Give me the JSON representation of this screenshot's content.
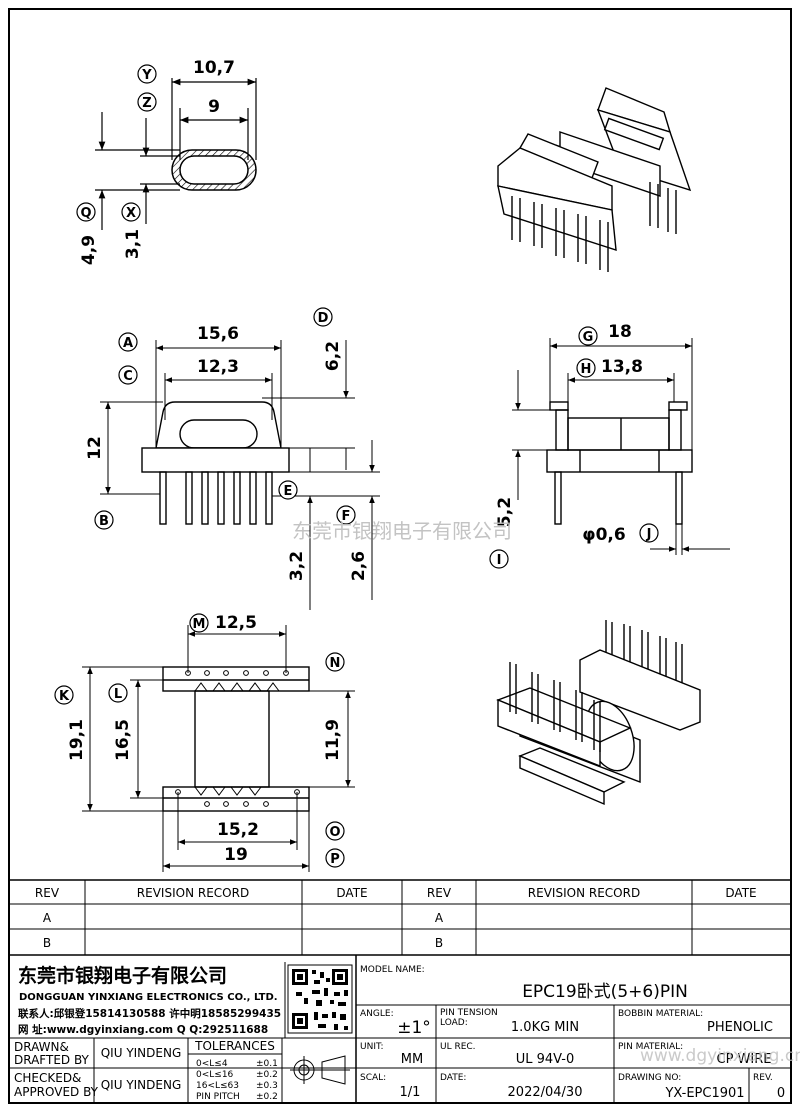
{
  "dimensions": {
    "top_outer": "10,7",
    "top_inner": "9",
    "top_v1": "4,9",
    "top_v2": "3,1",
    "front_w": "15,6",
    "front_inner": "12,3",
    "front_h": "12",
    "front_top": "6,2",
    "front_pin": "3,2",
    "front_pin2": "2,6",
    "side_w": "18",
    "side_inner": "13,8",
    "side_h": "5,2",
    "pin_dia": "φ0,6",
    "bottom_pitch": "12,5",
    "bottom_total": "19,1",
    "bottom_inner": "16,5",
    "bottom_right": "11,9",
    "bottom_pitch2": "15,2",
    "bottom_w": "19"
  },
  "callouts": [
    "Y",
    "Z",
    "Q",
    "X",
    "A",
    "C",
    "B",
    "D",
    "E",
    "F",
    "G",
    "H",
    "I",
    "J",
    "M",
    "K",
    "L",
    "N",
    "O",
    "P"
  ],
  "watermark_center": "东莞市银翔电子有限公司",
  "watermark_corner": "www.dgyinxiang.cn",
  "revision_table": {
    "headers": [
      "REV",
      "REVISION RECORD",
      "DATE",
      "REV",
      "REVISION RECORD",
      "DATE"
    ],
    "rows": [
      [
        "A",
        "",
        "",
        "A",
        "",
        ""
      ],
      [
        "B",
        "",
        "",
        "B",
        "",
        ""
      ]
    ]
  },
  "company": {
    "name_cn": "东莞市银翔电子有限公司",
    "name_en": "DONGGUAN YINXIANG ELECTRONICS CO., LTD.",
    "contact1": "联系人:邱银登15814130588 许中明18585299435",
    "contact2": "网  址:www.dgyinxiang.com   Q Q:292511688"
  },
  "title_block": {
    "model_label": "MODEL NAME:",
    "model_value": "EPC19卧式(5+6)PIN",
    "angle_label": "ANGLE:",
    "angle_value": "±1°",
    "tension_label1": "PIN TENSION",
    "tension_label2": "LOAD:",
    "tension_value": "1.0KG MIN",
    "material_label": "BOBBIN MATERIAL:",
    "material_value": "PHENOLIC",
    "unit_label": "UNIT:",
    "unit_value": "MM",
    "ul_label": "UL REC.",
    "ul_value": "UL 94V-0",
    "pin_mat_label": "PIN MATERIAL:",
    "pin_mat_value": "CP WIRE",
    "scale_label": "SCAL:",
    "scale_value": "1/1",
    "date_label": "DATE:",
    "date_value": "2022/04/30",
    "drawing_label": "DRAWING NO:",
    "drawing_value": "YX-EPC1901",
    "rev_label": "REV.",
    "rev_value": "0",
    "drawn_label1": "DRAWN&",
    "drawn_label2": "DRAFTED BY",
    "drawn_value": "QIU YINDENG",
    "checked_label1": "CHECKED&",
    "checked_label2": "APPROVED BY",
    "checked_value": "QIU YINDENG",
    "tol_title": "TOLERANCES",
    "tol": [
      [
        "0<L≤4",
        "±0.1"
      ],
      [
        "0<L≤16",
        "±0.2"
      ],
      [
        "16<L≤63",
        "±0.3"
      ],
      [
        "PIN PITCH",
        "±0.2"
      ]
    ]
  }
}
